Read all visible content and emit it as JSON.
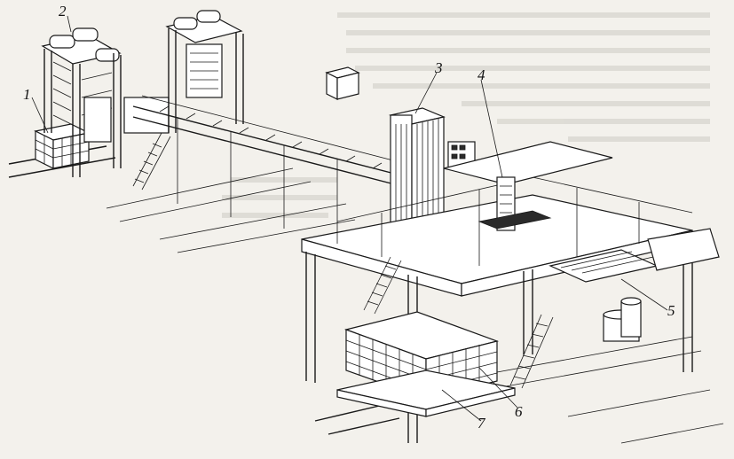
{
  "figure": {
    "labels": [
      {
        "id": "1",
        "text": "1"
      },
      {
        "id": "2",
        "text": "2"
      },
      {
        "id": "3",
        "text": "3"
      },
      {
        "id": "4",
        "text": "4"
      },
      {
        "id": "5",
        "text": "5"
      },
      {
        "id": "6",
        "text": "6"
      },
      {
        "id": "7",
        "text": "7"
      }
    ]
  },
  "colors": {
    "ink": "#1a1a1a",
    "paper": "#f3f1ec",
    "bleed_through": "#b9b6ae"
  }
}
